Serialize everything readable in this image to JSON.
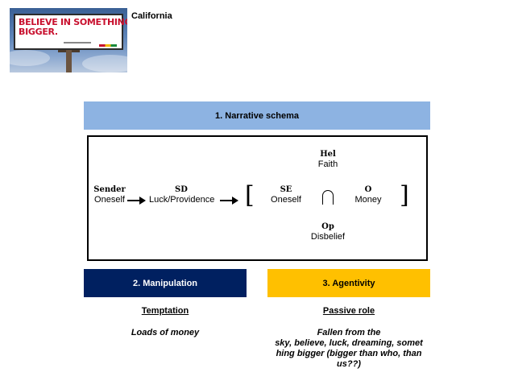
{
  "billboard": {
    "line1": "BELIEVE IN SOMETHING",
    "line2": "BIGGER."
  },
  "caption": "California",
  "schema": {
    "title": "1. Narrative schema",
    "sender": {
      "role": "Sender",
      "value": "Oneself"
    },
    "sd": {
      "role": "SD",
      "value": "Luck/Providence"
    },
    "se": {
      "role": "SE",
      "value": "Oneself"
    },
    "object": {
      "role": "O",
      "value": "Money"
    },
    "helper": {
      "role": "Hel",
      "value": "Faith"
    },
    "opponent": {
      "role": "Op",
      "value": "Disbelief"
    },
    "bracket_open": "[",
    "bracket_close": "]"
  },
  "manipulation": {
    "title": "2. Manipulation",
    "heading": "Temptation",
    "text": "Loads of money"
  },
  "agentivity": {
    "title": "3. Agentivity",
    "heading": "Passive role",
    "text_lines": [
      "Fallen from the",
      "sky, believe, luck, dreaming, somet",
      "hing bigger (bigger than who, than",
      "us??)"
    ]
  },
  "colors": {
    "schema_bar": "#8db3e2",
    "manipulation_bar": "#002060",
    "agentivity_bar": "#ffc000",
    "billboard_text": "#c8102e"
  }
}
